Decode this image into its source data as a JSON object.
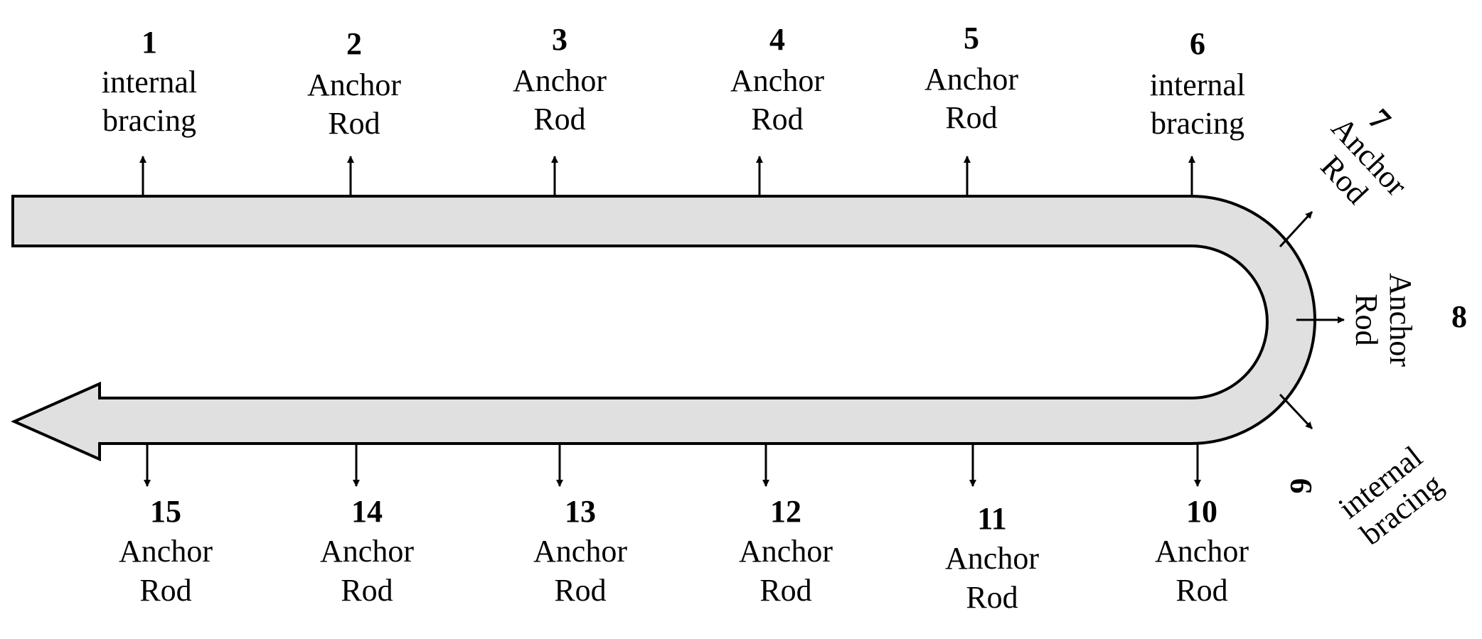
{
  "points": [
    {
      "number": "1",
      "line1": "internal",
      "line2": "bracing"
    },
    {
      "number": "2",
      "line1": "Anchor",
      "line2": "Rod"
    },
    {
      "number": "3",
      "line1": "Anchor",
      "line2": "Rod"
    },
    {
      "number": "4",
      "line1": "Anchor",
      "line2": "Rod"
    },
    {
      "number": "5",
      "line1": "Anchor",
      "line2": "Rod"
    },
    {
      "number": "6",
      "line1": "internal",
      "line2": "bracing"
    },
    {
      "number": "7",
      "line1": "Anchor",
      "line2": "Rod"
    },
    {
      "number": "8",
      "line1": "Anchor",
      "line2": "Rod"
    },
    {
      "number": "9",
      "line1": "internal",
      "line2": "bracing"
    },
    {
      "number": "10",
      "line1": "Anchor",
      "line2": "Rod"
    },
    {
      "number": "11",
      "line1": "Anchor",
      "line2": "Rod"
    },
    {
      "number": "12",
      "line1": "Anchor",
      "line2": "Rod"
    },
    {
      "number": "13",
      "line1": "Anchor",
      "line2": "Rod"
    },
    {
      "number": "14",
      "line1": "Anchor",
      "line2": "Rod"
    },
    {
      "number": "15",
      "line1": "Anchor",
      "line2": "Rod"
    }
  ],
  "colors": {
    "band_fill": "#e0e0e0",
    "stroke": "#000000"
  }
}
